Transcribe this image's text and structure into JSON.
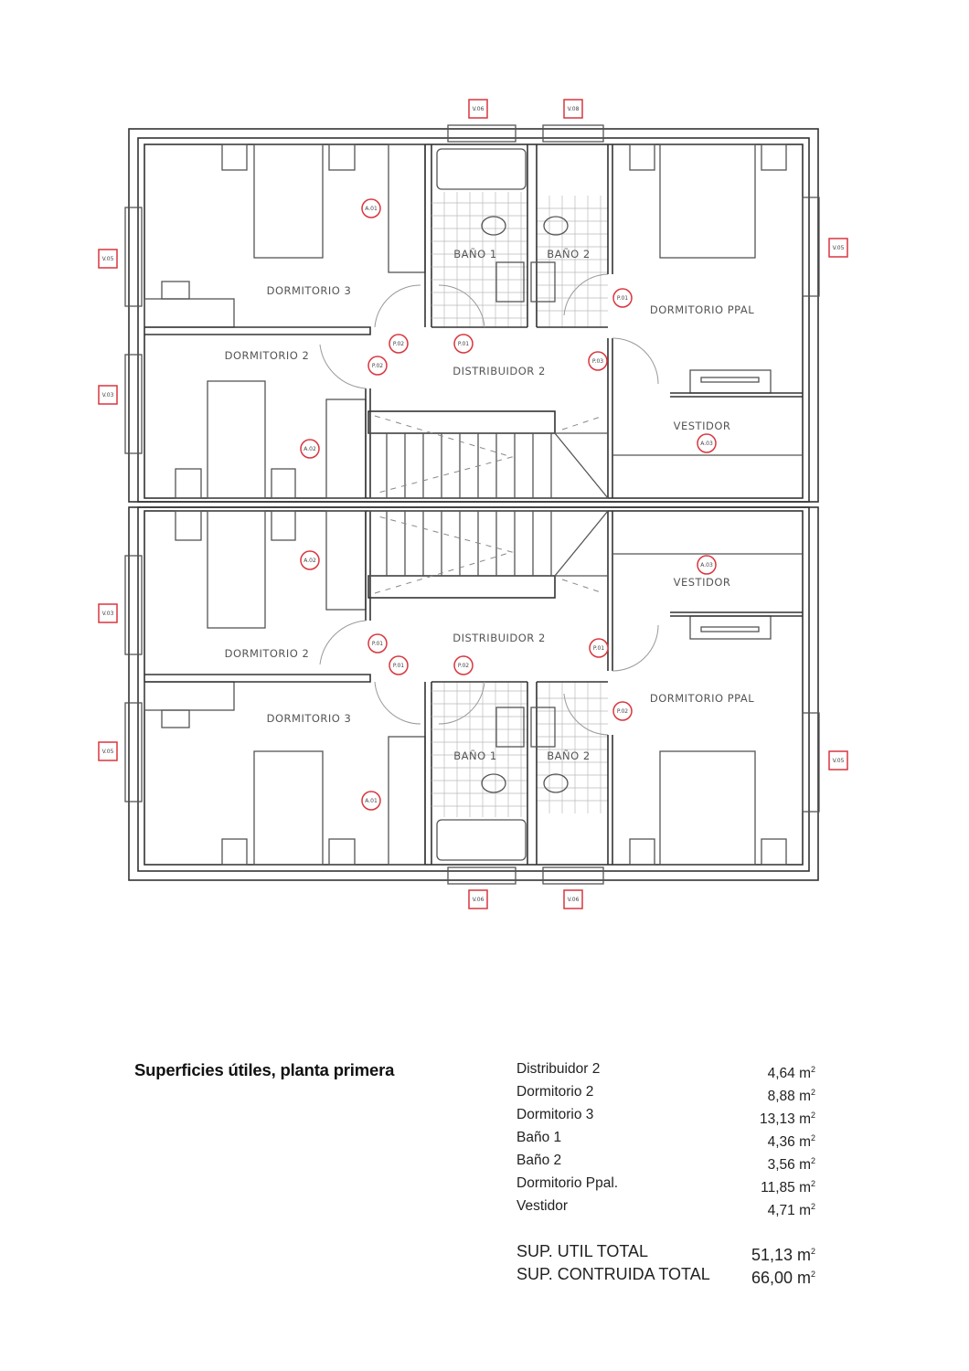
{
  "plan": {
    "rooms_top": {
      "dormitorio3": "DORMITORIO  3",
      "dormitorio2": "DORMITORIO  2",
      "bano1": "BAÑO  1",
      "bano2": "BAÑO  2",
      "dormitorio_ppal": "DORMITORIO  PPAL",
      "distribuidor": "DISTRIBUIDOR  2",
      "vestidor": "VESTIDOR"
    },
    "rooms_bottom": {
      "dormitorio3": "DORMITORIO  3",
      "dormitorio2": "DORMITORIO  2",
      "bano1": "BAÑO  1",
      "bano2": "BAÑO  2",
      "dormitorio_ppal": "DORMITORIO  PPAL",
      "distribuidor": "DISTRIBUIDOR  2",
      "vestidor": "VESTIDOR"
    },
    "window_tags": [
      "V.06",
      "V.08",
      "V.05",
      "V.03",
      "V.05",
      "V.03",
      "V.05",
      "V.05",
      "V.06",
      "V.06"
    ],
    "marker_tags": [
      "A.01",
      "P.01",
      "P.02",
      "P.01",
      "P.02",
      "P.03",
      "A.02",
      "A.03",
      "A.02",
      "A.03",
      "P.01",
      "P.01",
      "P.01",
      "P.02",
      "P.02",
      "A.01"
    ],
    "tag_color": "#d9363e"
  },
  "summary": {
    "title": "Superficies útiles, planta primera",
    "rows": [
      {
        "label": "Distribuidor 2",
        "value": "4,64 m"
      },
      {
        "label": "Dormitorio 2",
        "value": "8,88 m"
      },
      {
        "label": "Dormitorio 3",
        "value": "13,13 m"
      },
      {
        "label": "Baño 1",
        "value": "4,36 m"
      },
      {
        "label": "Baño 2",
        "value": "3,56 m"
      },
      {
        "label": "Dormitorio Ppal.",
        "value": "11,85 m"
      },
      {
        "label": "Vestidor",
        "value": "4,71 m"
      }
    ],
    "unit_exp": "2",
    "totals": [
      {
        "label": "SUP. UTIL TOTAL",
        "value": "51,13 m"
      },
      {
        "label": "SUP. CONTRUIDA TOTAL",
        "value": "66,00 m"
      }
    ]
  }
}
